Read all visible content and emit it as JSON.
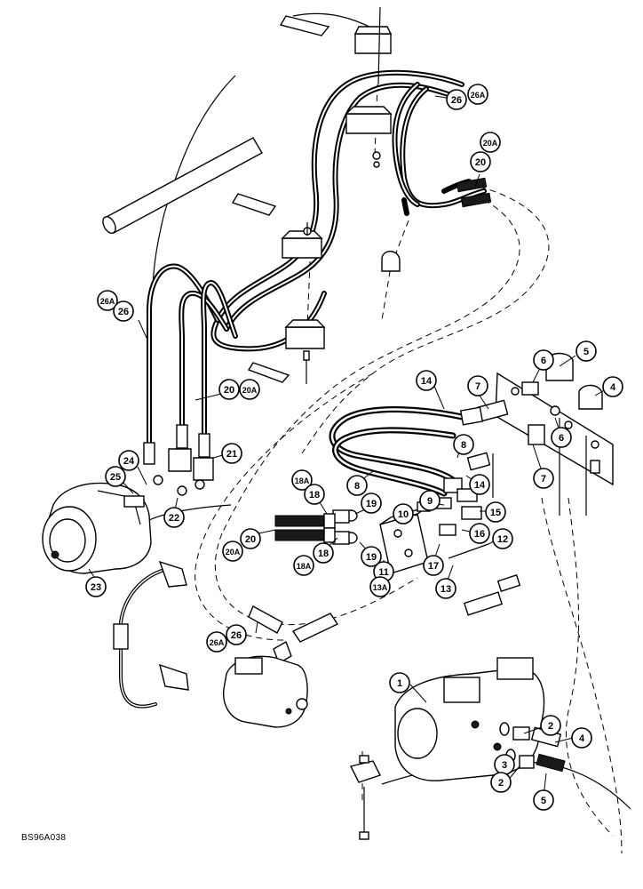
{
  "drawing": {
    "reference_code": "BS96A038",
    "callouts": [
      {
        "id": "c26-top",
        "label": "26"
      },
      {
        "id": "c26a-top",
        "label": "26A"
      },
      {
        "id": "c20a-top",
        "label": "20A"
      },
      {
        "id": "c20-top",
        "label": "20"
      },
      {
        "id": "c26a-left",
        "label": "26A"
      },
      {
        "id": "c26-left",
        "label": "26"
      },
      {
        "id": "c20-mid",
        "label": "20"
      },
      {
        "id": "c20a-mid",
        "label": "20A"
      },
      {
        "id": "c21",
        "label": "21"
      },
      {
        "id": "c24",
        "label": "24"
      },
      {
        "id": "c25",
        "label": "25"
      },
      {
        "id": "c22",
        "label": "22"
      },
      {
        "id": "c23",
        "label": "23"
      },
      {
        "id": "c14-top",
        "label": "14"
      },
      {
        "id": "c7-top",
        "label": "7"
      },
      {
        "id": "c6-top",
        "label": "6"
      },
      {
        "id": "c5-top",
        "label": "5"
      },
      {
        "id": "c4-top",
        "label": "4"
      },
      {
        "id": "c6-mid",
        "label": "6"
      },
      {
        "id": "c8-upper",
        "label": "8"
      },
      {
        "id": "c7-mid",
        "label": "7"
      },
      {
        "id": "c14-mid",
        "label": "14"
      },
      {
        "id": "c8-lower",
        "label": "8"
      },
      {
        "id": "c18a-top",
        "label": "18A"
      },
      {
        "id": "c18-top",
        "label": "18"
      },
      {
        "id": "c19-top",
        "label": "19"
      },
      {
        "id": "c9",
        "label": "9"
      },
      {
        "id": "c10",
        "label": "10"
      },
      {
        "id": "c15",
        "label": "15"
      },
      {
        "id": "c16",
        "label": "16"
      },
      {
        "id": "c12",
        "label": "12"
      },
      {
        "id": "c20-low",
        "label": "20"
      },
      {
        "id": "c20a-low",
        "label": "20A"
      },
      {
        "id": "c19-low",
        "label": "19"
      },
      {
        "id": "c18-low",
        "label": "18"
      },
      {
        "id": "c18a-low",
        "label": "18A"
      },
      {
        "id": "c11",
        "label": "11"
      },
      {
        "id": "c17",
        "label": "17"
      },
      {
        "id": "c13",
        "label": "13"
      },
      {
        "id": "c13a",
        "label": "13A"
      },
      {
        "id": "c26a-low",
        "label": "26A"
      },
      {
        "id": "c26-low",
        "label": "26"
      },
      {
        "id": "c1",
        "label": "1"
      },
      {
        "id": "c2-upper",
        "label": "2"
      },
      {
        "id": "c4-low",
        "label": "4"
      },
      {
        "id": "c3",
        "label": "3"
      },
      {
        "id": "c2-lower",
        "label": "2"
      },
      {
        "id": "c5-low",
        "label": "5"
      }
    ]
  }
}
